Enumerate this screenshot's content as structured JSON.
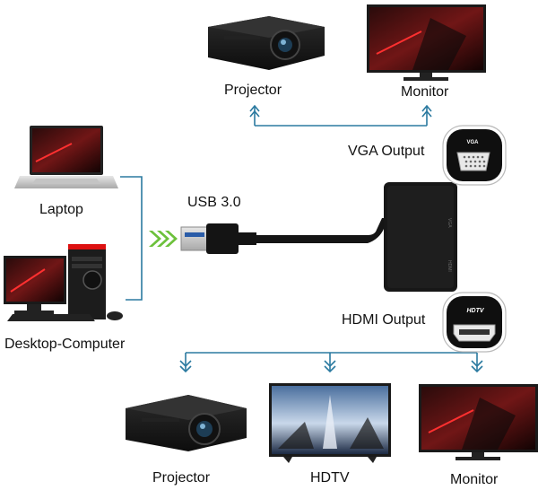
{
  "top_outputs": {
    "projector_label": "Projector",
    "monitor_label": "Monitor"
  },
  "sources": {
    "laptop_label": "Laptop",
    "desktop_label": "Desktop-Computer"
  },
  "connector": {
    "usb_label": "USB 3.0"
  },
  "ports": {
    "vga_label": "VGA Output",
    "vga_badge": "VGA",
    "hdmi_label": "HDMI Output",
    "hdmi_badge": "HDTV",
    "adapter_port1": "VGA",
    "adapter_port2": "HDMI"
  },
  "bottom_outputs": {
    "projector_label": "Projector",
    "hdtv_label": "HDTV",
    "monitor_label": "Monitor"
  },
  "colors": {
    "line": "#2b7aa0",
    "arrow_green": "#6cc13b",
    "device_black": "#151515"
  }
}
